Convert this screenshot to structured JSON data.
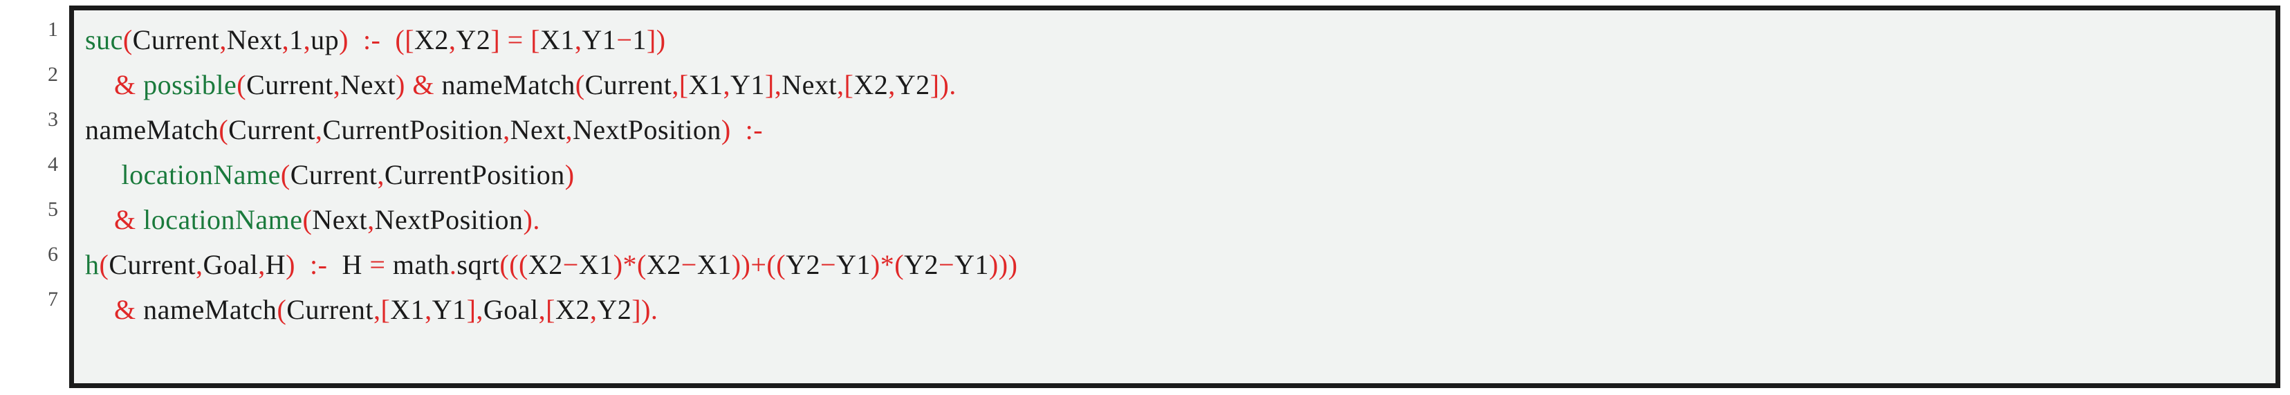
{
  "listing": {
    "background_color": "#f1f3f2",
    "frame_color": "#1b1b1b",
    "keyword_color": "#1a7a3c",
    "punctuation_color": "#e02828",
    "identifier_color": "#1a1a1a",
    "line_number_color": "#4d4d4d",
    "line_numbers": [
      "1",
      "2",
      "3",
      "4",
      "5",
      "6",
      "7"
    ],
    "lines": [
      {
        "number": "1",
        "text": "suc(Current,Next,1,up)  :-  ([X2,Y2] = [X1,Y1−1])",
        "tokens": [
          {
            "t": "suc",
            "c": "kw"
          },
          {
            "t": "(",
            "c": "pun"
          },
          {
            "t": "Current",
            "c": "id"
          },
          {
            "t": ",",
            "c": "pun"
          },
          {
            "t": "Next",
            "c": "id"
          },
          {
            "t": ",",
            "c": "pun"
          },
          {
            "t": "1",
            "c": "id"
          },
          {
            "t": ",",
            "c": "pun"
          },
          {
            "t": "up",
            "c": "id"
          },
          {
            "t": ")",
            "c": "pun"
          },
          {
            "t": "  ",
            "c": "ws"
          },
          {
            "t": ":-",
            "c": "pun"
          },
          {
            "t": "  ",
            "c": "ws"
          },
          {
            "t": "(",
            "c": "pun"
          },
          {
            "t": "[",
            "c": "pun"
          },
          {
            "t": "X2",
            "c": "id"
          },
          {
            "t": ",",
            "c": "pun"
          },
          {
            "t": "Y2",
            "c": "id"
          },
          {
            "t": "]",
            "c": "pun"
          },
          {
            "t": " ",
            "c": "ws"
          },
          {
            "t": "=",
            "c": "pun"
          },
          {
            "t": " ",
            "c": "ws"
          },
          {
            "t": "[",
            "c": "pun"
          },
          {
            "t": "X1",
            "c": "id"
          },
          {
            "t": ",",
            "c": "pun"
          },
          {
            "t": "Y1",
            "c": "id"
          },
          {
            "t": "−",
            "c": "pun"
          },
          {
            "t": "1",
            "c": "id"
          },
          {
            "t": "]",
            "c": "pun"
          },
          {
            "t": ")",
            "c": "pun"
          }
        ]
      },
      {
        "number": "2",
        "text": "    & possible(Current,Next) & nameMatch(Current,[X1,Y1],Next,[X2,Y2]).",
        "tokens": [
          {
            "t": "    ",
            "c": "ws"
          },
          {
            "t": "&",
            "c": "pun"
          },
          {
            "t": " ",
            "c": "ws"
          },
          {
            "t": "possible",
            "c": "kw"
          },
          {
            "t": "(",
            "c": "pun"
          },
          {
            "t": "Current",
            "c": "id"
          },
          {
            "t": ",",
            "c": "pun"
          },
          {
            "t": "Next",
            "c": "id"
          },
          {
            "t": ")",
            "c": "pun"
          },
          {
            "t": " ",
            "c": "ws"
          },
          {
            "t": "&",
            "c": "pun"
          },
          {
            "t": " ",
            "c": "ws"
          },
          {
            "t": "nameMatch",
            "c": "id"
          },
          {
            "t": "(",
            "c": "pun"
          },
          {
            "t": "Current",
            "c": "id"
          },
          {
            "t": ",",
            "c": "pun"
          },
          {
            "t": "[",
            "c": "pun"
          },
          {
            "t": "X1",
            "c": "id"
          },
          {
            "t": ",",
            "c": "pun"
          },
          {
            "t": "Y1",
            "c": "id"
          },
          {
            "t": "]",
            "c": "pun"
          },
          {
            "t": ",",
            "c": "pun"
          },
          {
            "t": "Next",
            "c": "id"
          },
          {
            "t": ",",
            "c": "pun"
          },
          {
            "t": "[",
            "c": "pun"
          },
          {
            "t": "X2",
            "c": "id"
          },
          {
            "t": ",",
            "c": "pun"
          },
          {
            "t": "Y2",
            "c": "id"
          },
          {
            "t": "]",
            "c": "pun"
          },
          {
            "t": ")",
            "c": "pun"
          },
          {
            "t": ".",
            "c": "pun"
          }
        ]
      },
      {
        "number": "3",
        "text": "nameMatch(Current,CurrentPosition,Next,NextPosition)  :-",
        "tokens": [
          {
            "t": "nameMatch",
            "c": "id"
          },
          {
            "t": "(",
            "c": "pun"
          },
          {
            "t": "Current",
            "c": "id"
          },
          {
            "t": ",",
            "c": "pun"
          },
          {
            "t": "CurrentPosition",
            "c": "id"
          },
          {
            "t": ",",
            "c": "pun"
          },
          {
            "t": "Next",
            "c": "id"
          },
          {
            "t": ",",
            "c": "pun"
          },
          {
            "t": "NextPosition",
            "c": "id"
          },
          {
            "t": ")",
            "c": "pun"
          },
          {
            "t": "  ",
            "c": "ws"
          },
          {
            "t": ":-",
            "c": "pun"
          }
        ]
      },
      {
        "number": "4",
        "text": "     locationName(Current,CurrentPosition)",
        "tokens": [
          {
            "t": "     ",
            "c": "ws"
          },
          {
            "t": "locationName",
            "c": "kw"
          },
          {
            "t": "(",
            "c": "pun"
          },
          {
            "t": "Current",
            "c": "id"
          },
          {
            "t": ",",
            "c": "pun"
          },
          {
            "t": "CurrentPosition",
            "c": "id"
          },
          {
            "t": ")",
            "c": "pun"
          }
        ]
      },
      {
        "number": "5",
        "text": "    & locationName(Next,NextPosition).",
        "tokens": [
          {
            "t": "    ",
            "c": "ws"
          },
          {
            "t": "&",
            "c": "pun"
          },
          {
            "t": " ",
            "c": "ws"
          },
          {
            "t": "locationName",
            "c": "kw"
          },
          {
            "t": "(",
            "c": "pun"
          },
          {
            "t": "Next",
            "c": "id"
          },
          {
            "t": ",",
            "c": "pun"
          },
          {
            "t": "NextPosition",
            "c": "id"
          },
          {
            "t": ")",
            "c": "pun"
          },
          {
            "t": ".",
            "c": "pun"
          }
        ]
      },
      {
        "number": "6",
        "text": "h(Current,Goal,H)  :-  H = math.sqrt(((X2−X1)*(X2−X1))+((Y2−Y1)*(Y2−Y1)))",
        "tokens": [
          {
            "t": "h",
            "c": "kw"
          },
          {
            "t": "(",
            "c": "pun"
          },
          {
            "t": "Current",
            "c": "id"
          },
          {
            "t": ",",
            "c": "pun"
          },
          {
            "t": "Goal",
            "c": "id"
          },
          {
            "t": ",",
            "c": "pun"
          },
          {
            "t": "H",
            "c": "id"
          },
          {
            "t": ")",
            "c": "pun"
          },
          {
            "t": "  ",
            "c": "ws"
          },
          {
            "t": ":-",
            "c": "pun"
          },
          {
            "t": "  ",
            "c": "ws"
          },
          {
            "t": "H",
            "c": "id"
          },
          {
            "t": " ",
            "c": "ws"
          },
          {
            "t": "=",
            "c": "pun"
          },
          {
            "t": " ",
            "c": "ws"
          },
          {
            "t": "math",
            "c": "id"
          },
          {
            "t": ".",
            "c": "pun"
          },
          {
            "t": "sqrt",
            "c": "id"
          },
          {
            "t": "(",
            "c": "pun"
          },
          {
            "t": "(",
            "c": "pun"
          },
          {
            "t": "(",
            "c": "pun"
          },
          {
            "t": "X2",
            "c": "id"
          },
          {
            "t": "−",
            "c": "pun"
          },
          {
            "t": "X1",
            "c": "id"
          },
          {
            "t": ")",
            "c": "pun"
          },
          {
            "t": "*",
            "c": "pun"
          },
          {
            "t": "(",
            "c": "pun"
          },
          {
            "t": "X2",
            "c": "id"
          },
          {
            "t": "−",
            "c": "pun"
          },
          {
            "t": "X1",
            "c": "id"
          },
          {
            "t": ")",
            "c": "pun"
          },
          {
            "t": ")",
            "c": "pun"
          },
          {
            "t": "+",
            "c": "pun"
          },
          {
            "t": "(",
            "c": "pun"
          },
          {
            "t": "(",
            "c": "pun"
          },
          {
            "t": "Y2",
            "c": "id"
          },
          {
            "t": "−",
            "c": "pun"
          },
          {
            "t": "Y1",
            "c": "id"
          },
          {
            "t": ")",
            "c": "pun"
          },
          {
            "t": "*",
            "c": "pun"
          },
          {
            "t": "(",
            "c": "pun"
          },
          {
            "t": "Y2",
            "c": "id"
          },
          {
            "t": "−",
            "c": "pun"
          },
          {
            "t": "Y1",
            "c": "id"
          },
          {
            "t": ")",
            "c": "pun"
          },
          {
            "t": ")",
            "c": "pun"
          },
          {
            "t": ")",
            "c": "pun"
          }
        ]
      },
      {
        "number": "7",
        "text": "    & nameMatch(Current,[X1,Y1],Goal,[X2,Y2]).",
        "tokens": [
          {
            "t": "    ",
            "c": "ws"
          },
          {
            "t": "&",
            "c": "pun"
          },
          {
            "t": " ",
            "c": "ws"
          },
          {
            "t": "nameMatch",
            "c": "id"
          },
          {
            "t": "(",
            "c": "pun"
          },
          {
            "t": "Current",
            "c": "id"
          },
          {
            "t": ",",
            "c": "pun"
          },
          {
            "t": "[",
            "c": "pun"
          },
          {
            "t": "X1",
            "c": "id"
          },
          {
            "t": ",",
            "c": "pun"
          },
          {
            "t": "Y1",
            "c": "id"
          },
          {
            "t": "]",
            "c": "pun"
          },
          {
            "t": ",",
            "c": "pun"
          },
          {
            "t": "Goal",
            "c": "id"
          },
          {
            "t": ",",
            "c": "pun"
          },
          {
            "t": "[",
            "c": "pun"
          },
          {
            "t": "X2",
            "c": "id"
          },
          {
            "t": ",",
            "c": "pun"
          },
          {
            "t": "Y2",
            "c": "id"
          },
          {
            "t": "]",
            "c": "pun"
          },
          {
            "t": ")",
            "c": "pun"
          },
          {
            "t": ".",
            "c": "pun"
          }
        ]
      }
    ]
  }
}
